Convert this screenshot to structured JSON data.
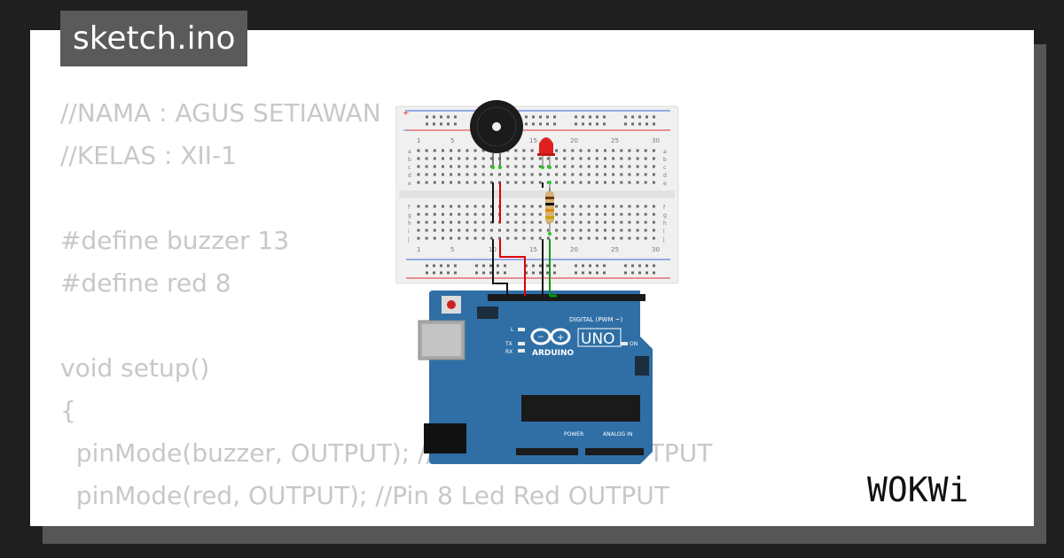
{
  "tab": {
    "filename": "sketch.ino"
  },
  "code_lines": [
    "//NAMA : AGUS SETIAWAN",
    "//KELAS : XII-1",
    "",
    "#define buzzer 13",
    "#define red 8",
    "",
    "void setup()",
    "{",
    "  pinMode(buzzer, OUTPUT); //Pin 13 Buzzer OUTPUT",
    "  pinMode(red, OUTPUT); //Pin 8 Led Red OUTPUT",
    "}"
  ],
  "board": {
    "brand": "ARDUINO",
    "model": "UNO",
    "label_digital": "DIGITAL (PWM ~)",
    "label_power": "POWER",
    "label_analog": "ANALOG IN",
    "label_on": "ON",
    "label_l": "L",
    "label_tx": "TX",
    "label_rx": "RX"
  },
  "breadboard": {
    "column_numbers": [
      "1",
      "5",
      "10",
      "15",
      "20",
      "25",
      "30"
    ],
    "row_letters_top": [
      "a",
      "b",
      "c",
      "d",
      "e"
    ],
    "row_letters_bottom": [
      "f",
      "g",
      "h",
      "i",
      "j"
    ]
  },
  "brand_logo": {
    "text": "WOKWi"
  },
  "colors": {
    "background": "#1f1f1f",
    "card": "#ffffff",
    "code_text": "#c8c8c8",
    "tab": "#5a5a5a",
    "board": "#2f6fa6",
    "wire_red": "#e00000",
    "wire_green": "#009900",
    "wire_black": "#111111",
    "led": "#e02020"
  }
}
